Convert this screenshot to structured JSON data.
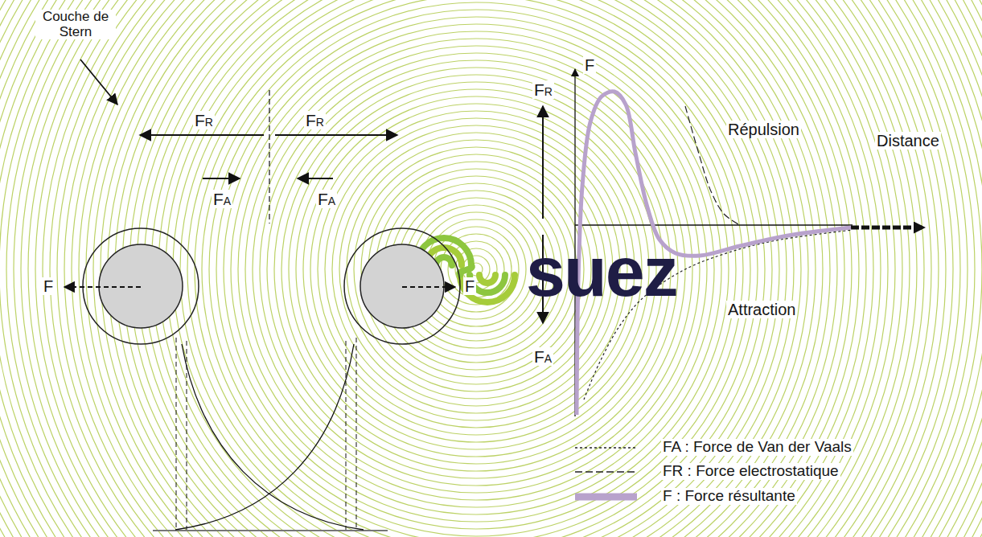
{
  "diagram": {
    "labels": [
      "Couche de Stern",
      "FR",
      "FR",
      "FA",
      "FA",
      "F",
      "F",
      "FR",
      "F",
      "Répulsion",
      "Distance",
      "Attraction",
      "FA",
      "suez"
    ],
    "legend": [
      {
        "text": "FA : Force de Van der Vaals"
      },
      {
        "text": "FR : Force electrostatique"
      },
      {
        "text": "F : Force résultante"
      }
    ]
  }
}
